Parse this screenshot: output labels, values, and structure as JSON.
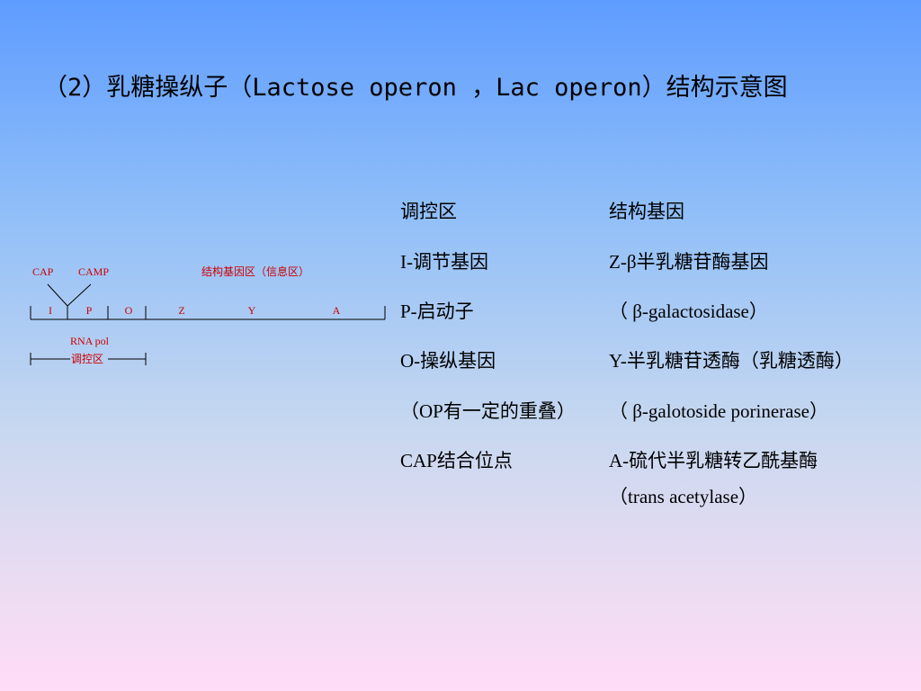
{
  "title": "（2）乳糖操纵子（Lactose operon ，Lac operon）结构示意图",
  "diagram": {
    "cap": "CAP",
    "camp": "CAMP",
    "structural_region": "结构基因区（信息区）",
    "genes": [
      "I",
      "P",
      "O",
      "Z",
      "Y",
      "A"
    ],
    "rna_pol": "RNA pol",
    "regulatory_region": "调控区"
  },
  "left_items": [
    "调控区",
    "I-调节基因",
    "P-启动子",
    "O-操纵基因",
    "（OP有一定的重叠）",
    "CAP结合位点"
  ],
  "right_items": [
    "结构基因",
    "Z-β半乳糖苷酶基因",
    "（ β-galactosidase）",
    "Y-半乳糖苷透酶（乳糖透酶）",
    "（ β-galotoside porinerase）",
    "A-硫代半乳糖转乙酰基酶",
    "（trans acetylase）"
  ],
  "colors": {
    "diagram_text": "#cc0000",
    "line": "#000000"
  }
}
